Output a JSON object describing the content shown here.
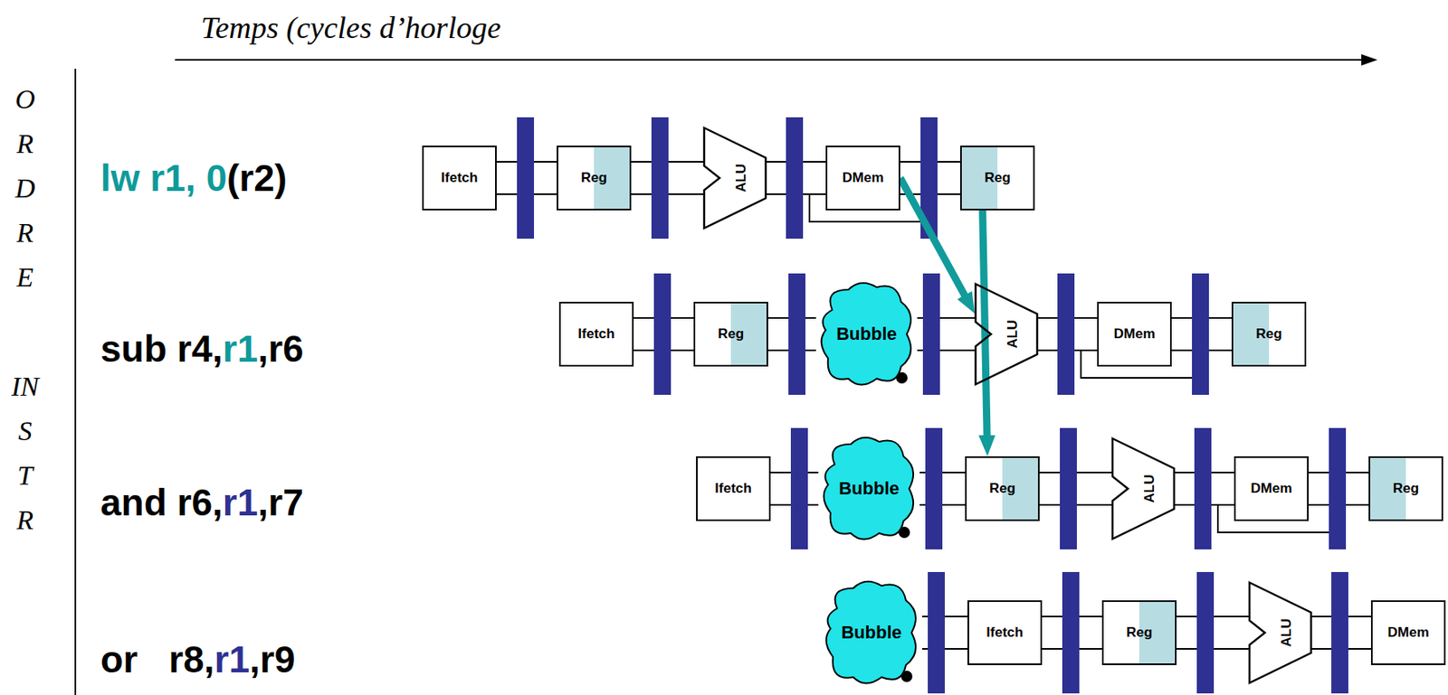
{
  "diagram": {
    "title": "Temps (cycles d’horloge",
    "nodes": [
      {
        "text": [
          "Ifetch"
        ]
      },
      {
        "text": [
          "Reg"
        ]
      },
      {
        "text": [
          "ALU"
        ]
      },
      {
        "text": [
          "DMem"
        ]
      },
      {
        "text": [
          "Reg"
        ]
      },
      {
        "text": [
          "Ifetch"
        ]
      },
      {
        "text": [
          "Reg"
        ]
      },
      {
        "text": [
          "Bubble"
        ]
      },
      {
        "text": [
          "ALU"
        ]
      },
      {
        "text": [
          "DMem"
        ]
      },
      {
        "text": [
          "Reg"
        ]
      },
      {
        "text": [
          "Ifetch"
        ]
      },
      {
        "text": [
          "Bubble"
        ]
      },
      {
        "text": [
          "Reg"
        ]
      },
      {
        "text": [
          "ALU"
        ]
      },
      {
        "text": [
          "DMem"
        ]
      },
      {
        "text": [
          "Reg"
        ]
      },
      {
        "text": [
          "Bubble"
        ]
      },
      {
        "text": [
          "Ifetch"
        ]
      },
      {
        "text": [
          "Reg"
        ]
      },
      {
        "text": [
          "ALU"
        ]
      },
      {
        "text": [
          "DMem"
        ]
      }
    ],
    "edges": [
      {
        "from": 3,
        "to": 8,
        "arrow": "to"
      },
      {
        "from": 4,
        "to": 13,
        "arrow": "to"
      }
    ],
    "labels": [
      "ORDRE",
      "INSTR",
      "lw r1, 0(r2)",
      "sub r4,r1,r6",
      "and r6,r1,r7",
      "or   r8,r1,r9"
    ]
  }
}
